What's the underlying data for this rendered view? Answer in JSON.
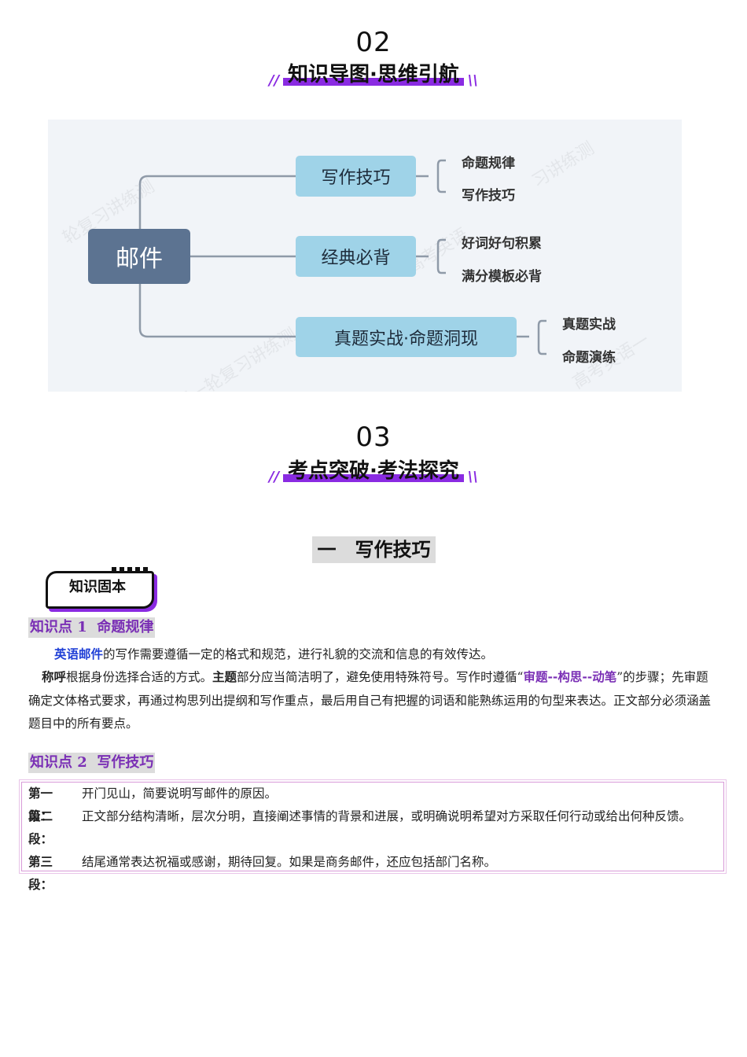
{
  "section2": {
    "num": "02",
    "title": "知识导图·思维引航"
  },
  "mindmap": {
    "root": "邮件",
    "branches": [
      {
        "label": "写作技巧",
        "leaves": [
          "命题规律",
          "写作技巧"
        ]
      },
      {
        "label": "经典必背",
        "leaves": [
          "好词好句积累",
          "满分模板必背"
        ]
      },
      {
        "label": "真题实战·命题洞现",
        "leaves": [
          "真题实战",
          "命题演练"
        ]
      }
    ]
  },
  "section3": {
    "num": "03",
    "title": "考点突破·考法探究"
  },
  "heading": "一　写作技巧",
  "badge": "知识固本",
  "kp1": {
    "prefix": "知识点",
    "num": "1",
    "title": "命题规律"
  },
  "p1": {
    "hl": "英语邮件",
    "rest": "的写作需要遵循一定的格式和规范，进行礼貌的交流和信息的有效传达。"
  },
  "p2": {
    "b1": "称呼",
    "t1": "根据身份选择合适的方式。",
    "b2": "主题",
    "t2": "部分应当简洁明了，避免使用特殊符号。写作时遵循“",
    "hl": "审题--构思--动笔",
    "t3": "”的步骤；先审题确定文体格式要求，再通过构思列出提纲和写作重点，最后用自己有把握的词语和能熟练运用的句型来表达。正文部分必须涵盖题目中的所有要点。"
  },
  "kp2": {
    "prefix": "知识点",
    "num": "2",
    "title": "写作技巧"
  },
  "box": [
    {
      "label": "第一段：",
      "text": "开门见山，简要说明写邮件的原因。"
    },
    {
      "label": "第二段：",
      "text": "正文部分结构清晰，层次分明，直接阐述事情的背景和进展，或明确说明希望对方采取任何行动或给出何种反馈。"
    },
    {
      "label": "第三段：",
      "text": "结尾通常表达祝福或感谢，期待回复。如果是商务邮件，还应包括部门名称。"
    }
  ]
}
